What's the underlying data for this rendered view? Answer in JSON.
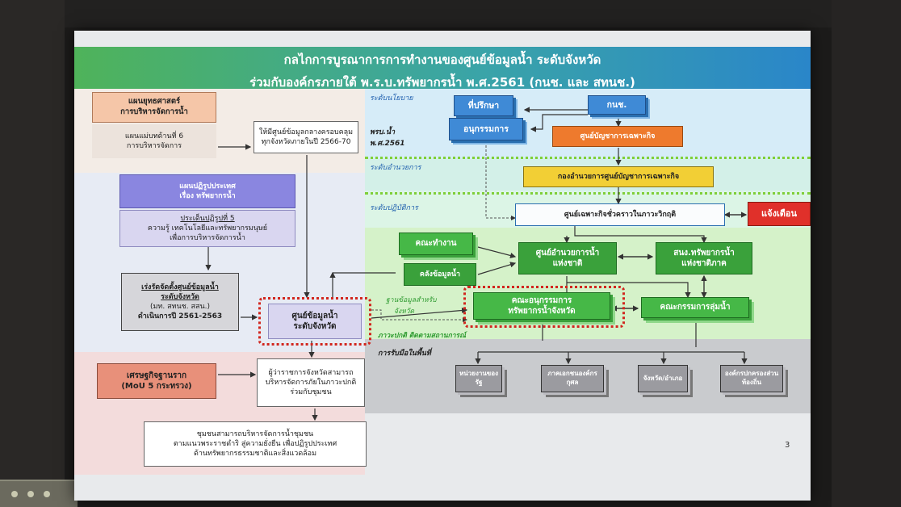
{
  "slide": {
    "title_line1": "กลไกการบูรณาการการทำงานของศูนย์ข้อมูลน้ำ ระดับจังหวัด",
    "title_line2": "ร่วมกับองค์กรภายใต้ พ.ร.บ.ทรัพยากรน้ำ พ.ศ.2561 (กนช. และ สทนช.)",
    "page_number": "3"
  },
  "levels": {
    "policy": "ระดับนโยบาย",
    "act_line1": "พรบ.น้ำ",
    "act_line2": "พ.ศ.2561",
    "command": "ระดับอำนวยการ",
    "operation": "ระดับปฏิบัติการ",
    "situation": "ภาวะปกติ ติดตามสถานการณ์",
    "area": "การรับมือในพื้นที่",
    "data_link_line1": "ฐานข้อมูลสำหรับ",
    "data_link_line2": "จังหวัด"
  },
  "left": {
    "strategy_title_line1": "แผนยุทธศาสตร์",
    "strategy_title_line2": "การบริหารจัดการน้ำ",
    "strategy_sub_line1": "แผนแม่บทด้านที่ 6",
    "strategy_sub_line2": "การบริหารจัดการ",
    "target_line1": "ให้มีศูนย์ข้อมูลกลางครอบคลุม",
    "target_line2": "ทุกจังหวัดภายในปี 2566-70",
    "reform_title_line1": "แผนปฏิรูปประเทศ",
    "reform_title_line2": "เรื่อง ทรัพยากรน้ำ",
    "reform_sub_line1": "ประเด็นปฏิรูปที่ 5",
    "reform_sub_line2": "ความรู้ เทคโนโลยีและทรัพยากรมนุษย์",
    "reform_sub_line3": "เพื่อการบริหารจัดการน้ำ",
    "pilot_line1": "เร่งรัดจัดตั้งศูนย์ข้อมูลน้ำ",
    "pilot_line2": "ระดับจังหวัด",
    "pilot_line3": "(มท. สทนช. สสน.)",
    "pilot_line4": "ดำเนินการปี 2561-2563",
    "center_line1": "ศูนย์ข้อมูลน้ำ",
    "center_line2": "ระดับจังหวัด",
    "economy_line1": "เศรษฐกิจฐานราก",
    "economy_line2": "(MoU 5 กระทรวง)",
    "governor_line1": "ผู้ว่าราชการจังหวัดสามารถ",
    "governor_line2": "บริหารจัดการภัยในภาวะปกติ",
    "governor_line3": "ร่วมกับชุมชน",
    "community_line1": "ชุมชนสามารถบริหารจัดการน้ำชุมชน",
    "community_line2": "ตามแนวพระราชดำริ สู่ความยั่งยืน เพื่อปฏิรูปประเทศ",
    "community_line3": "ด้านทรัพยากรธรรมชาติและสิ่งแวดล้อม"
  },
  "right": {
    "advisor": "ที่ปรึกษา",
    "knc": "กนช.",
    "subcommittee": "อนุกรรมการ",
    "command_center": "ศูนย์บัญชาการเฉพาะกิจ",
    "command_staff": "กองอำนวยการศูนย์บัญชาการเฉพาะกิจ",
    "temp_center": "ศูนย์เฉพาะกิจชั่วคราวในภาวะวิกฤติ",
    "alert": "แจ้งเตือน",
    "working_group": "คณะทำงาน",
    "national_center_line1": "ศูนย์อำนวยการน้ำ",
    "national_center_line2": "แห่งชาติ",
    "regional_line1": "สนง.ทรัพยากรน้ำ",
    "regional_line2": "แห่งชาติภาค",
    "warehouse": "คลังข้อมูลน้ำ",
    "prov_committee_line1": "คณะอนุกรรมการ",
    "prov_committee_line2": "ทรัพยากรน้ำจังหวัด",
    "basin_committee": "คณะกรรมการลุ่มน้ำ",
    "agency": "หน่วยงานของรัฐ",
    "local_org_line1": "ภาคเอกชนองค์กร",
    "local_org_line2": "กุศล",
    "district": "จังหวัด/อำเภอ",
    "local_gov_line1": "องค์กรปกครองส่วน",
    "local_gov_line2": "ท้องถิ่น"
  },
  "colors": {
    "title_gradient": [
      "#4fb35a",
      "#3aa4a8",
      "#2a86c9"
    ],
    "green_box": "#46b847",
    "blue_box": "#3f8ad6",
    "orange_box": "#ee7a2d",
    "yellow_box": "#f2cf35",
    "alert_red": "#e0302a",
    "highlight_ring": "#d1261e"
  }
}
